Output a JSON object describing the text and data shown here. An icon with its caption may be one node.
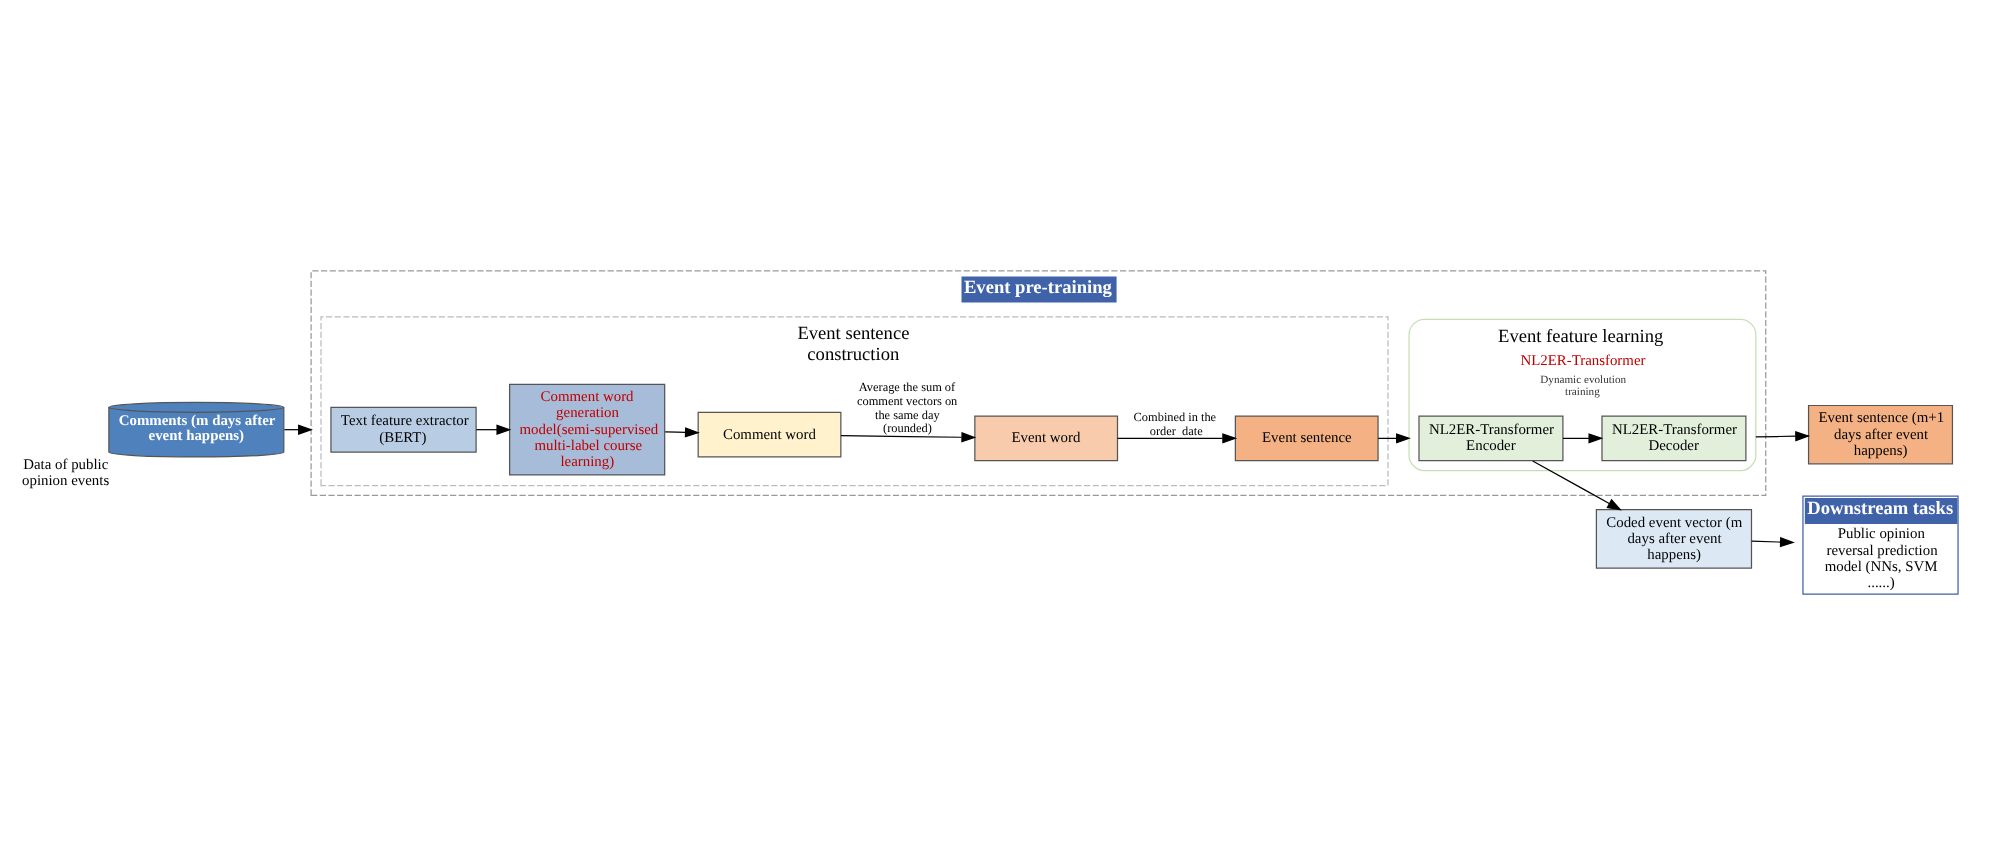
{
  "diagram": {
    "nodes": [
      {
        "text": [
          "Comments (m days after event happens)"
        ],
        "beside": [
          "Data of public opinion events"
        ]
      },
      {
        "text": [
          "Event pre-training"
        ]
      },
      {
        "text": [
          "Event sentence construction"
        ],
        "in": 1
      },
      {
        "text": [
          "Text feature extractor (BERT)"
        ],
        "in": 2
      },
      {
        "text": [
          "Comment word generation model(semi-supervised multi-label course learning)"
        ],
        "in": 2
      },
      {
        "text": [
          "Comment word"
        ],
        "in": 2
      },
      {
        "text": [
          "Event word"
        ],
        "in": 2
      },
      {
        "text": [
          "Event sentence"
        ],
        "in": 2
      },
      {
        "text": [
          "Event feature learning",
          "NL2ER-Transformer",
          "Dynamic evolution training"
        ],
        "in": 1
      },
      {
        "text": [
          "NL2ER-Transformer Encoder"
        ],
        "in": 8
      },
      {
        "text": [
          "NL2ER-Transformer Decoder"
        ],
        "in": 8
      },
      {
        "text": [
          "Coded event vector (m days after event happens)"
        ]
      },
      {
        "text": [
          "Downstream tasks",
          "Public opinion reversal prediction model (NNs, SVM ......)"
        ]
      },
      {
        "text": [
          "Event sentence (m+1 days after event happens)"
        ]
      }
    ],
    "edges": [
      {
        "from": 0,
        "to": 1,
        "arrow": "to"
      },
      {
        "from": 3,
        "to": 4,
        "arrow": "to"
      },
      {
        "from": 4,
        "to": 5,
        "arrow": "to"
      },
      {
        "from": 5,
        "to": 6,
        "arrow": "to",
        "label": "Average the sum of comment vectors on the same day (rounded)"
      },
      {
        "from": 6,
        "to": 7,
        "arrow": "to",
        "label": "Combined in the order  date"
      },
      {
        "from": 7,
        "to": 8,
        "arrow": "to"
      },
      {
        "from": 9,
        "to": 10,
        "arrow": "to"
      },
      {
        "from": 9,
        "to": 11,
        "arrow": "to"
      },
      {
        "from": 11,
        "to": 12,
        "arrow": "to"
      },
      {
        "from": 8,
        "to": 13,
        "arrow": "to"
      }
    ]
  }
}
